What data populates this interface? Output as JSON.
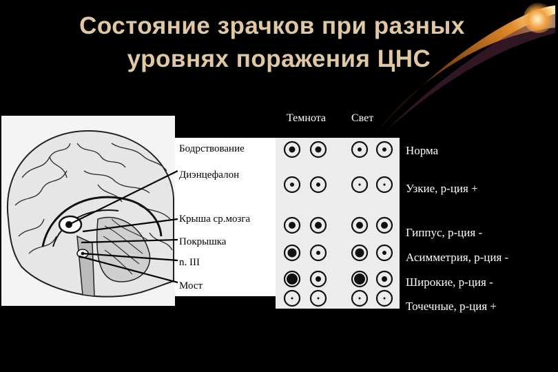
{
  "title": {
    "line1": "Состояние зрачков при разных",
    "line2": "уровнях поражения  ЦНС"
  },
  "columns": {
    "dark": "Темнота",
    "light": "Свет"
  },
  "structures": [
    "Бодрствование",
    "Диэнцефалон",
    "Крыша ср.мозга",
    "Покрышка",
    "n. III",
    "Мост"
  ],
  "results": [
    "Норма",
    "Узкие, р-ция +",
    "Гиппус,  р-ция -",
    "Асимметрия,  р-ция -",
    "Широкие,  р-ция -",
    "Точечные,  р-ция +"
  ],
  "colors": {
    "title": "#e0c8a4",
    "background": "#000000",
    "comet": "#b86a12"
  }
}
